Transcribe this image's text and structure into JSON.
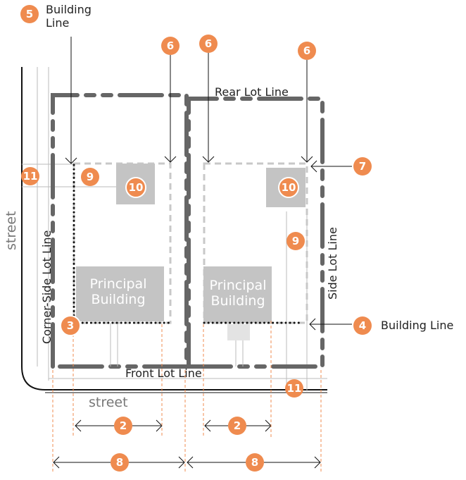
{
  "labels": {
    "building_line_top": [
      "Building",
      "Line"
    ],
    "rear_lot_line": "Rear Lot Line",
    "corner_side_lot_line": "Corner-Side Lot Line",
    "side_lot_line": "Side Lot Line",
    "front_lot_line": "Front Lot Line",
    "street_left": "street",
    "street_bottom": "street",
    "principal_building": [
      "Principal",
      "Building"
    ],
    "building_line_right": "Building Line"
  },
  "callouts": {
    "n2": "2",
    "n3": "3",
    "n4": "4",
    "n5": "5",
    "n6": "6",
    "n7": "7",
    "n8": "8",
    "n9": "9",
    "n10": "10",
    "n11": "11"
  },
  "colors": {
    "callout": "#ef8b4f",
    "lot_line": "#666666",
    "building": "#c4c4c4"
  }
}
